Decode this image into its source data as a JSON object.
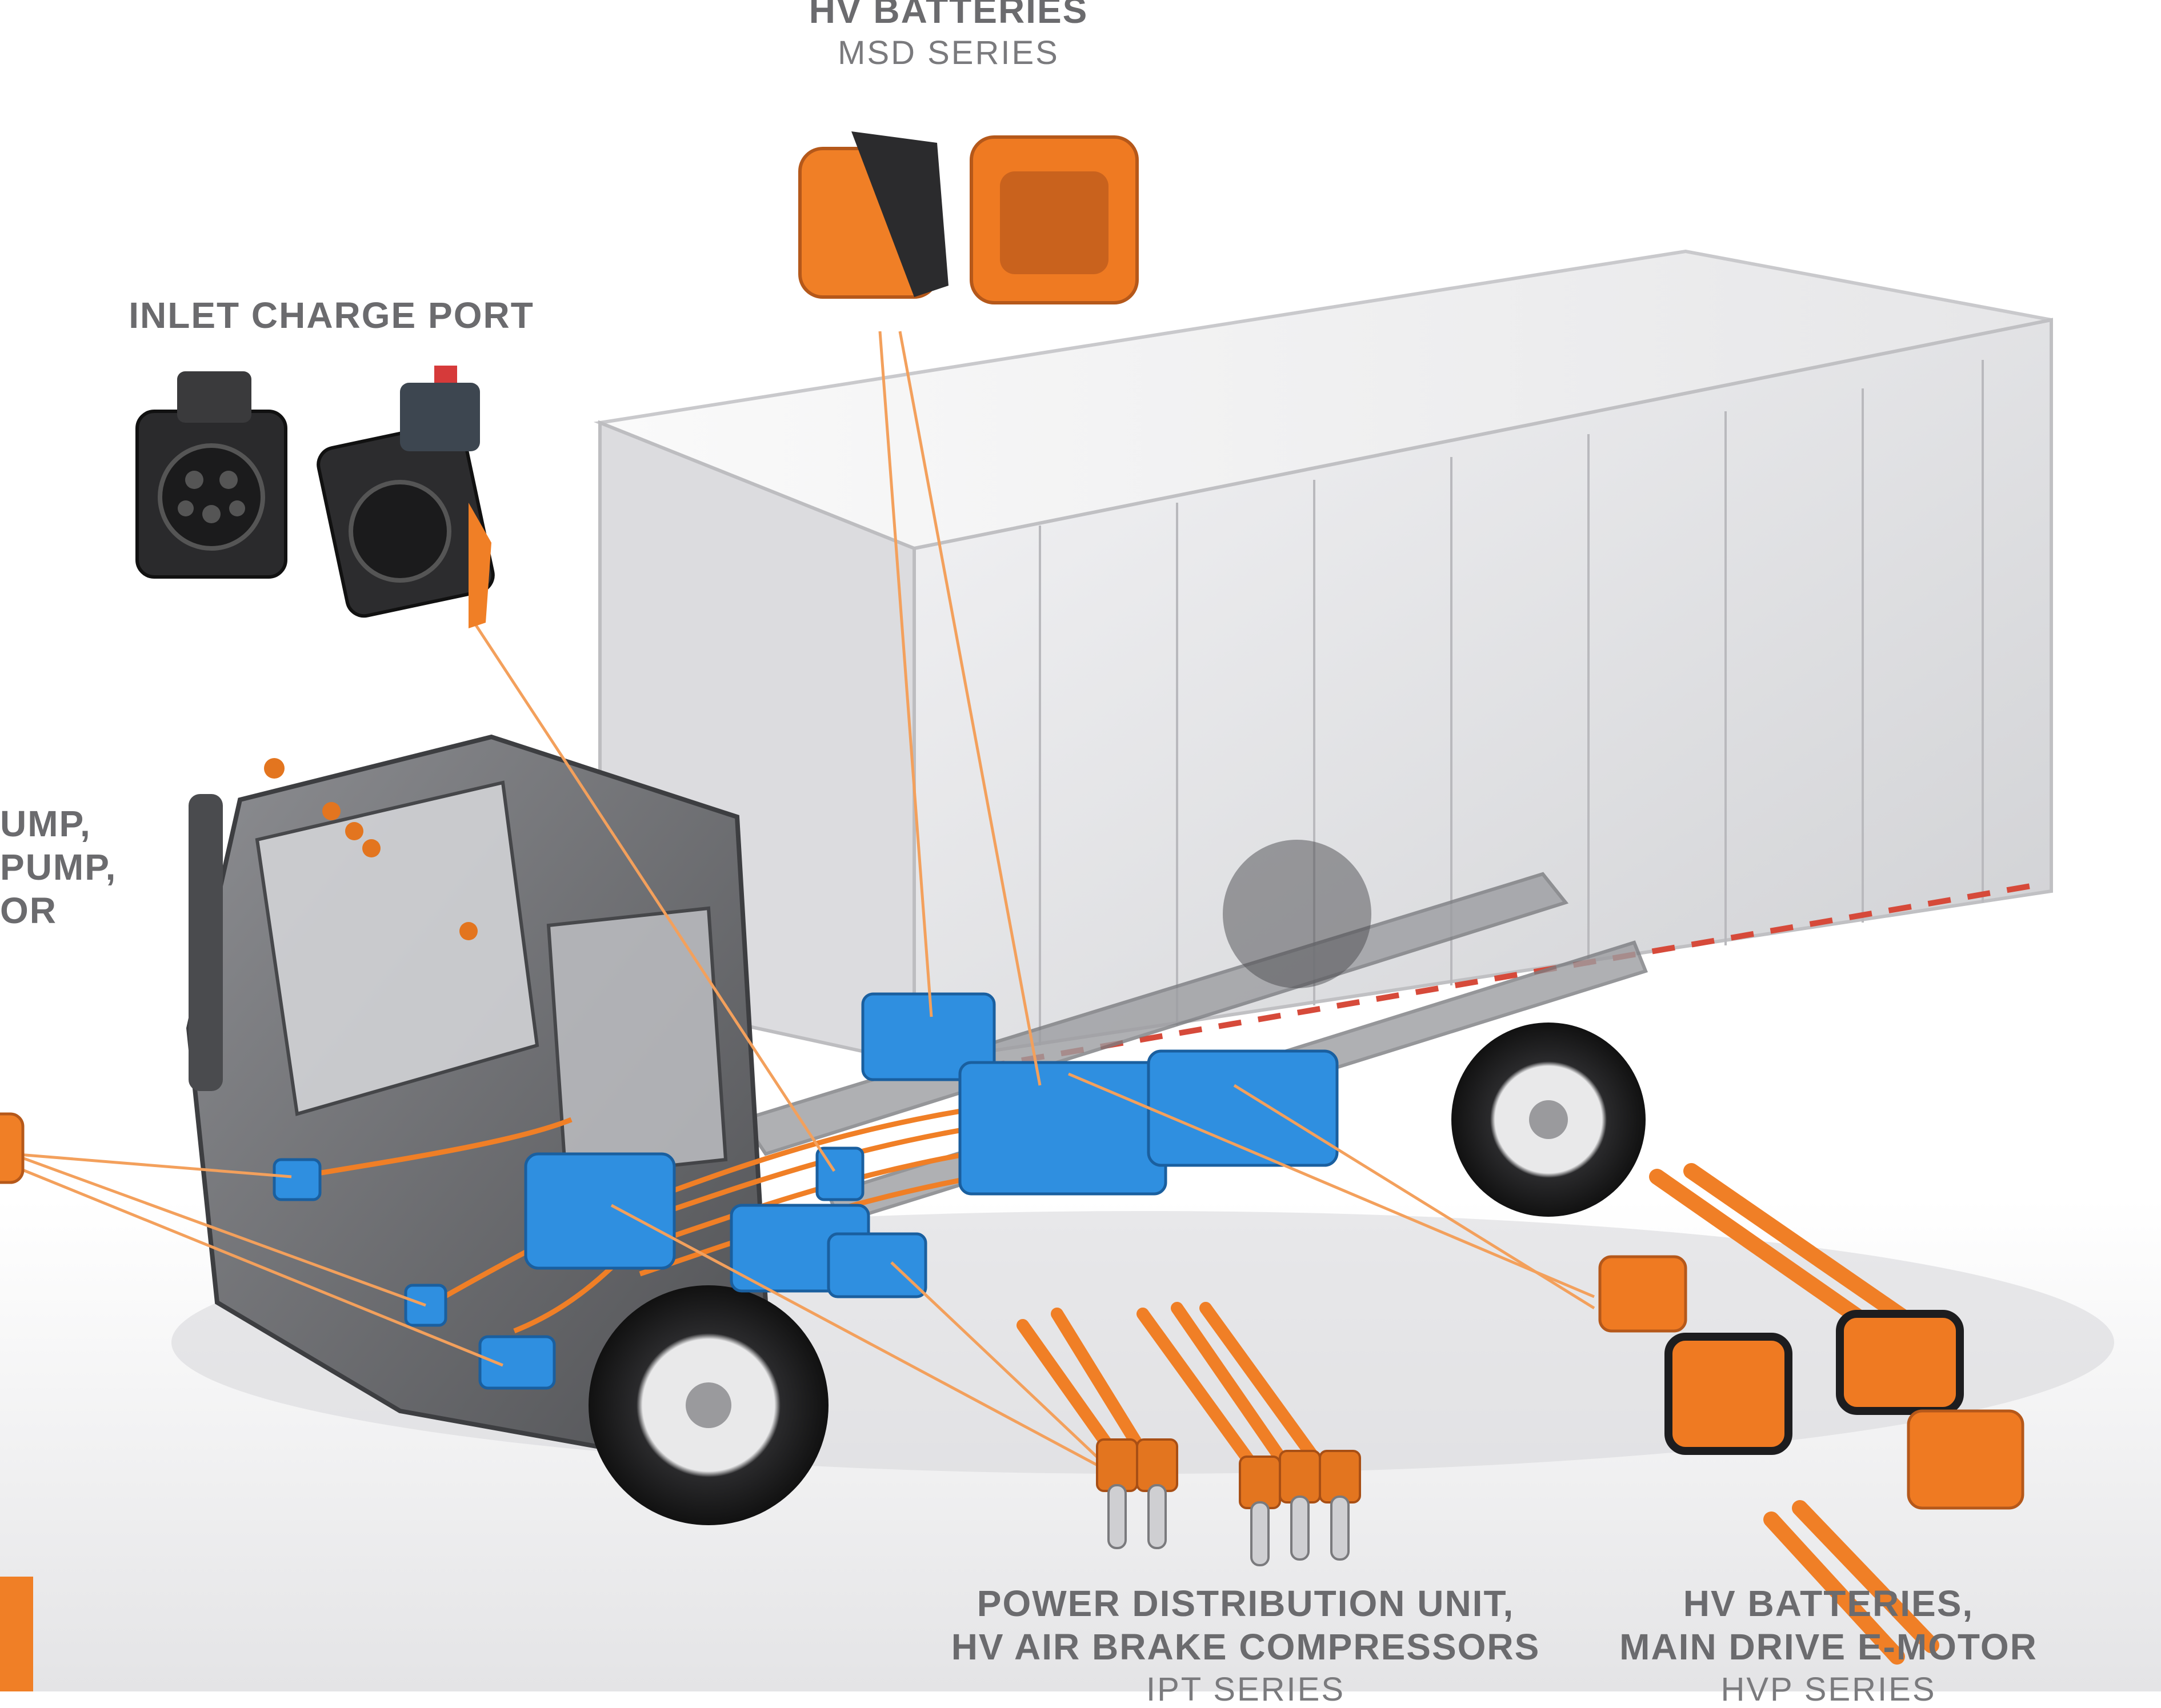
{
  "labels": {
    "top_title": "HV BATTERIES",
    "top_series": "MSD SERIES",
    "inlet_title": "INLET CHARGE PORT",
    "left_line1": "UMP,",
    "left_line2": "PUMP,",
    "left_line3": "OR",
    "pdu_line1": "POWER DISTRIBUTION UNIT,",
    "pdu_line2": "HV AIR BRAKE COMPRESSORS",
    "pdu_series": "IPT SERIES",
    "batt_line1": "HV BATTERIES,",
    "batt_line2": "MAIN DRIVE E-MOTOR",
    "batt_series": "HVP SERIES"
  },
  "colors": {
    "accent_orange": "#f07f26",
    "component_blue": "#2f8fe0",
    "label_gray": "#6b6b6e",
    "truck_gray": "#6f7074",
    "box_white": "#efeff1"
  },
  "icons": [
    "truck-illustration",
    "msd-connector-icon",
    "charge-port-icon",
    "ipt-terminal-icon",
    "hvp-connector-icon"
  ]
}
